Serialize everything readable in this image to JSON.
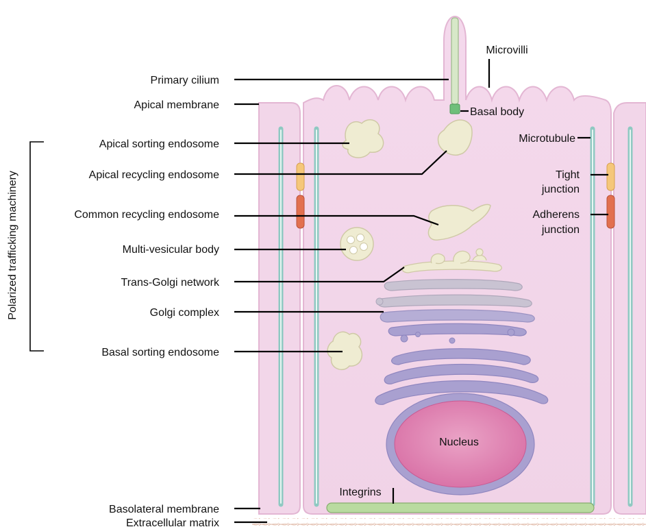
{
  "labels": {
    "microvilli": "Microvilli",
    "primary_cilium": "Primary cilium",
    "apical_membrane": "Apical membrane",
    "basal_body": "Basal body",
    "apical_sorting_endosome": "Apical sorting endosome",
    "microtubule": "Microtubule",
    "apical_recycling_endosome": "Apical recycling endosome",
    "tight_junction_line1": "Tight",
    "tight_junction_line2": "junction",
    "common_recycling_endosome": "Common recycling endosome",
    "adherens_junction_line1": "Adherens",
    "adherens_junction_line2": "junction",
    "multi_vesicular_body": "Multi-vesicular body",
    "trans_golgi_network": "Trans-Golgi network",
    "golgi_complex": "Golgi complex",
    "basal_sorting_endosome": "Basal sorting endosome",
    "nucleus": "Nucleus",
    "integrins": "Integrins",
    "basolateral_membrane": "Basolateral membrane",
    "extracellular_matrix": "Extracellular matrix"
  },
  "bracket_label": "Polarized trafficking machinery",
  "colors": {
    "cytoplasm": "#f3d7ea",
    "membrane": "#e3b6d3",
    "microtubule": "#8fc9c2",
    "tight_junction": "#f5c77a",
    "adherens_junction": "#e2704f",
    "golgi_grey": "#c9c3d2",
    "golgi_purple": "#a9a0d0",
    "nucleus": "#d86fa5",
    "nuclear_envelope": "#a89ad0",
    "organelle": "#efecd2",
    "integrins": "#b9dba0",
    "basal_body": "#6fbf7a"
  }
}
